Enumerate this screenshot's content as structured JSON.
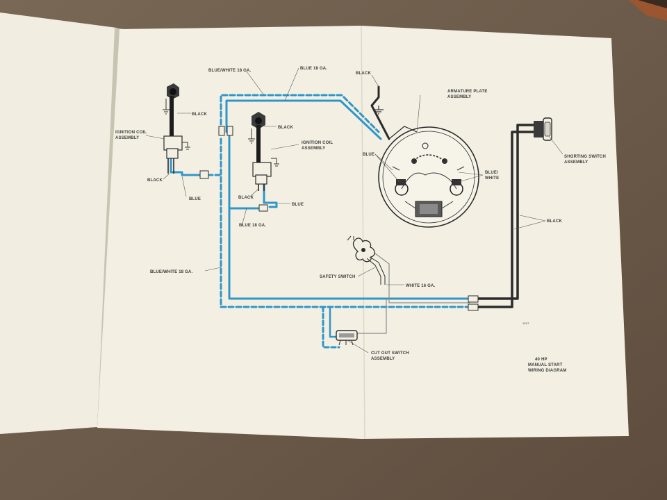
{
  "diagram": {
    "caption": [
      "40 HP",
      "MANUAL START",
      "WIRING DIAGRAM"
    ],
    "code": "1507",
    "labels": {
      "black_left_coil": "BLACK",
      "ignition_coil_left": [
        "IGNITION COIL",
        "ASSEMBLY"
      ],
      "black_left_bottom": "BLACK",
      "blue_left_bottom": "BLUE",
      "blue_white_top": "BLUE/WHITE 18 GA.",
      "blue_top": "BLUE 18 GA.",
      "black_center_coil": "BLACK",
      "ignition_coil_center": [
        "IGNITION COIL",
        "ASSEMBLY"
      ],
      "black_center_bottom": "BLACK",
      "blue_center_bottom": "BLUE",
      "blue_18_mid": "BLUE 18 GA.",
      "blue_white_left": "BLUE/WHITE 18 GA.",
      "black_ground": "BLACK",
      "armature_plate": [
        "ARMATURE PLATE",
        "ASSEMBLY"
      ],
      "blue_armature": "BLUE",
      "blue_white_armature": [
        "BLUE/",
        "WHITE"
      ],
      "shorting_switch": [
        "SHORTING SWITCH",
        "ASSEMBLY"
      ],
      "black_right": "BLACK",
      "safety_switch": "SAFETY SWITCH",
      "white_16": "WHITE 16 GA.",
      "cut_out_switch": [
        "CUT OUT SWITCH",
        "ASSEMBLY"
      ]
    }
  },
  "colors": {
    "blue_wire": "#2f96c9",
    "black_wire": "#2b2b2b",
    "paper": "#f4f1e4",
    "background": "#6e5c4c"
  },
  "icons": [
    "ground-symbol-icon",
    "ignition-coil-icon",
    "armature-plate-icon",
    "shorting-switch-icon",
    "safety-switch-icon",
    "cut-out-switch-icon",
    "wire-connector-icon"
  ]
}
